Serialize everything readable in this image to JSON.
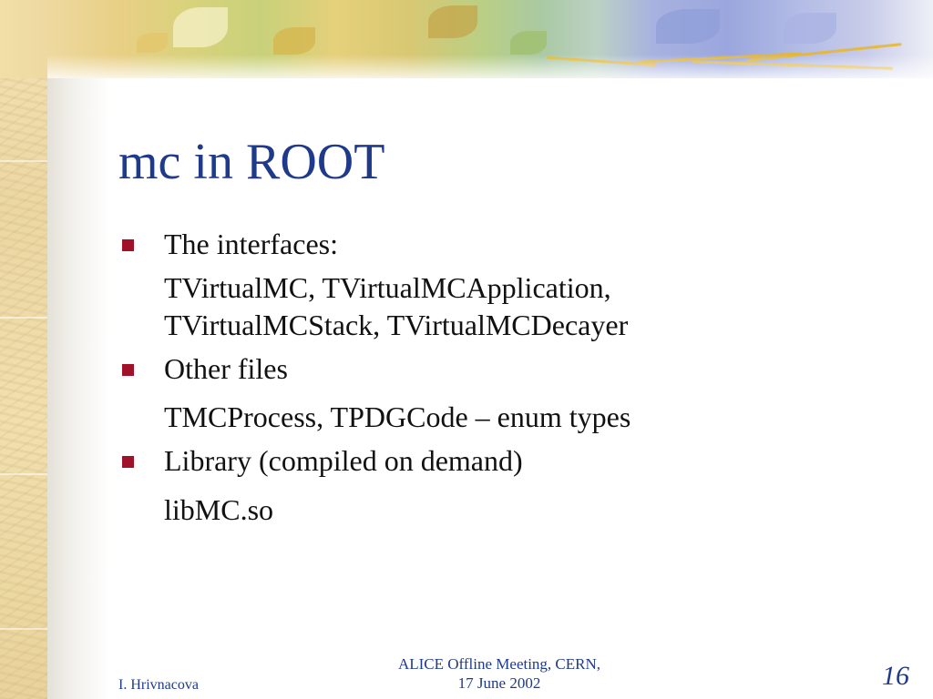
{
  "slide": {
    "title": "mc in ROOT",
    "items": [
      {
        "bullet": "The interfaces:",
        "details": [
          "TVirtualMC, TVirtualMCApplication,",
          "TVirtualMCStack, TVirtualMCDecayer"
        ]
      },
      {
        "bullet": "Other files",
        "details": [
          "TMCProcess, TPDGCode – enum types"
        ]
      },
      {
        "bullet": "Library (compiled on demand)",
        "details": [
          "libMC.so"
        ]
      }
    ]
  },
  "footer": {
    "author": "I. Hrivnacova",
    "event_line1": "ALICE Offline Meeting, CERN,",
    "event_line2": "17 June 2002",
    "page_number": "16"
  },
  "colors": {
    "title": "#1f3a8a",
    "bullet": "#a1112a",
    "text": "#111111",
    "footer": "#1f3a8a"
  }
}
